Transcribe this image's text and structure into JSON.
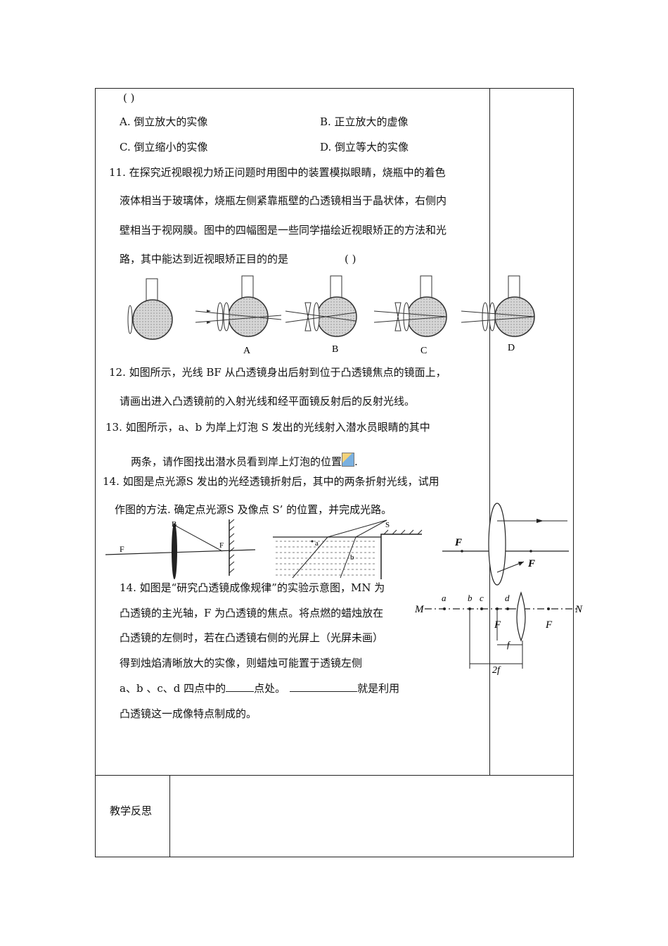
{
  "q10": {
    "paren": "(          )",
    "optA": "A. 倒立放大的实像",
    "optB": "B. 正立放大的虚像",
    "optC": "C. 倒立缩小的实像",
    "optD": "D. 倒立等大的实像"
  },
  "q11": {
    "line1": "11. 在探究近视眼视力矫正问题时用图中的装置模拟眼睛，烧瓶中的着色",
    "line2": "液体相当于玻璃体，烧瓶左侧紧靠瓶壁的凸透镜相当于晶状体，右侧内",
    "line3": "壁相当于视网膜。图中的四幅图是一些同学描绘近视眼矫正的方法和光",
    "line4": "路，其中能达到近视眼矫正目的的是",
    "paren": "(      )",
    "labels": [
      "A",
      "B",
      "C",
      "D"
    ]
  },
  "q12": {
    "line1": "12. 如图所示，光线 BF 从凸透镜身出后射到位于凸透镜焦点的镜面上，",
    "line2": "请画出进入凸透镜前的入射光线和经平面镜反射后的反射光线。"
  },
  "q13": {
    "line1": "13.     如图所示，a、b 为岸上灯泡 S 发出的光线射入潜水员眼睛的其中",
    "line2": "两条，请作图找出潜水员看到岸上灯泡的位置",
    "end": "."
  },
  "q14a": {
    "line1": "14. 如图是点光源S 发出的光经透镜折射后，其中的两条折射光线，试用",
    "line2": "作图的方法. 确定点光源S 及像点 S’ 的位置，并完成光路。"
  },
  "fig12": {
    "F": "F",
    "B": "B",
    "F2": "F"
  },
  "fig13": {
    "S": "S",
    "a": "a",
    "b": "b"
  },
  "fig14a": {
    "F1": "F",
    "F2": "F"
  },
  "q14b": {
    "line1": "14.      如图是“研究凸透镜成像规律”的实验示意图，MN 为",
    "line2": "凸透镜的主光轴，F 为凸透镜的焦点。将点燃的蜡烛放在",
    "line3": "凸透镜的左侧时，若在凸透镜右侧的光屏上（光屏未画）",
    "line4": "得到烛焰清晰放大的实像，则蜡烛可能置于透镜左侧",
    "line5a": "a、b 、c、d 四点中的",
    "line5b": "点处。",
    "line5c": "就是利用",
    "line6": "凸透镜这一成像特点制成的。"
  },
  "fig14b": {
    "M": "M",
    "N": "N",
    "a": "a",
    "b": "b",
    "c": "c",
    "d": "d",
    "F1": "F",
    "F2": "F",
    "f": "f",
    "twof": "2f"
  },
  "footer": {
    "label": "教学反思"
  }
}
